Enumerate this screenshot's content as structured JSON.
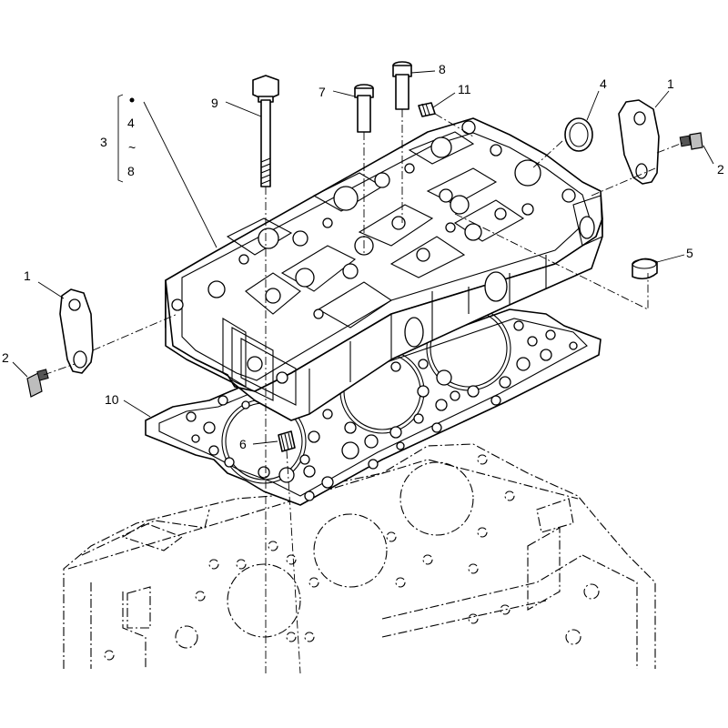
{
  "diagram": {
    "callouts": [
      {
        "id": "c1a",
        "label": "1"
      },
      {
        "id": "c1b",
        "label": "1"
      },
      {
        "id": "c2a",
        "label": "2"
      },
      {
        "id": "c2b",
        "label": "2"
      },
      {
        "id": "c3",
        "label": "3"
      },
      {
        "id": "c4a",
        "label": "4"
      },
      {
        "id": "c4b",
        "label": "4"
      },
      {
        "id": "c5",
        "label": "5"
      },
      {
        "id": "c6",
        "label": "6"
      },
      {
        "id": "c7",
        "label": "7"
      },
      {
        "id": "c8a",
        "label": "8"
      },
      {
        "id": "c8b",
        "label": "8"
      },
      {
        "id": "c9",
        "label": "9"
      },
      {
        "id": "c10",
        "label": "10"
      },
      {
        "id": "c11",
        "label": "11"
      }
    ],
    "range_symbol": "~"
  }
}
